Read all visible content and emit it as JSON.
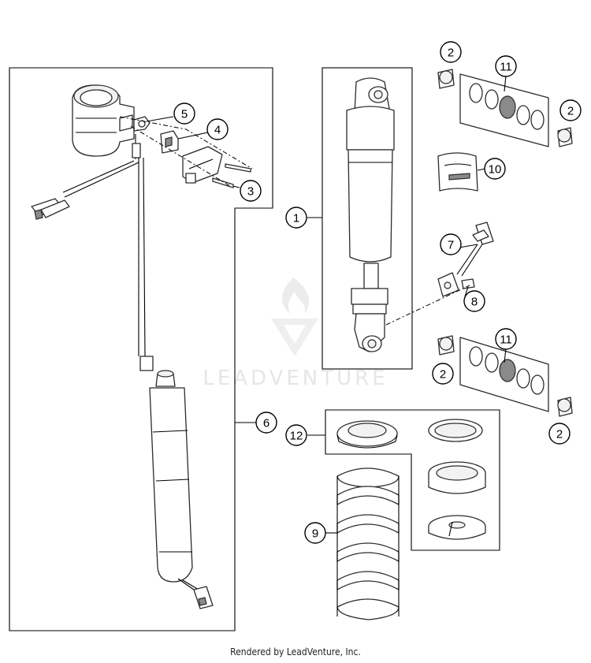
{
  "watermark": {
    "text": "LEADVENTURE"
  },
  "footer": {
    "text": "Rendered by LeadVenture, Inc."
  },
  "callouts": [
    "1",
    "2",
    "3",
    "4",
    "5",
    "6",
    "7",
    "8",
    "9",
    "10",
    "11",
    "12"
  ],
  "colors": {
    "line": "#000000",
    "part_fill": "#ffffff",
    "watermark": "#e6e6e6"
  }
}
